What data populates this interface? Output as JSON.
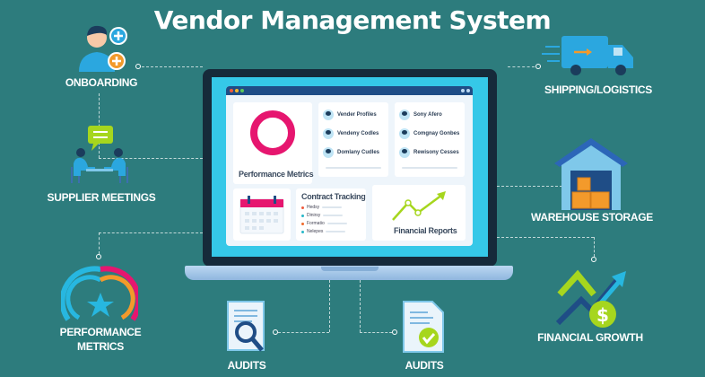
{
  "title": "Vendor Management System",
  "features": {
    "onboarding": "ONBOARDING",
    "shipping": "SHIPPING/LOGISTICS",
    "supplier_meetings": "SUPPLIER MEETINGS",
    "warehouse": "WAREHOUSE STORAGE",
    "performance_line1": "PERFORMANCE",
    "performance_line2": "METRICS",
    "audits_left": "AUDITS",
    "audits_right": "AUDITS",
    "financial_growth": "FINANCIAL GROWTH"
  },
  "dashboard": {
    "performance_metrics": "Performance Metrics",
    "profiles_col1": [
      "Vender Profiles",
      "Vendeny Codles",
      "Domlany Cudles"
    ],
    "profiles_col2": [
      "Sony Afero",
      "Comgnay Gonbes",
      "Rewisony Cesses"
    ],
    "contract_tracking": "Contract Tracking",
    "contract_items": [
      {
        "label": "Hedsy",
        "color": "#f05a3c"
      },
      {
        "label": "Dinirsy",
        "color": "#27b7c9"
      },
      {
        "label": "Formatio",
        "color": "#f06a2a"
      },
      {
        "label": "Nelepes",
        "color": "#27b7c9"
      }
    ],
    "financial_reports": "Financial Reports"
  },
  "colors": {
    "background": "#2d7c7d",
    "screen": "#35c8e8",
    "accent_pink": "#e6166f",
    "accent_lime": "#a6d61e",
    "orange": "#f39a2b"
  }
}
